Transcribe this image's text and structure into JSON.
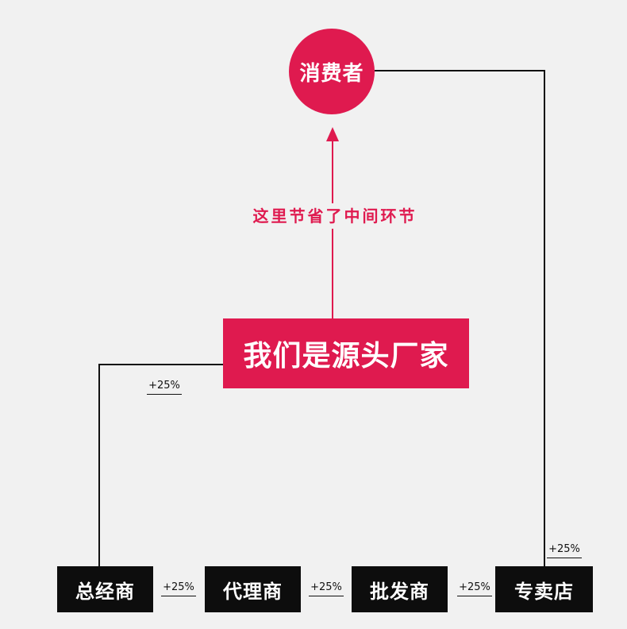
{
  "consumer": {
    "label": "消费者"
  },
  "saving_note": "这里节省了中间环节",
  "factory": {
    "label": "我们是源头厂家"
  },
  "chain": [
    {
      "label": "总经商"
    },
    {
      "label": "代理商"
    },
    {
      "label": "批发商"
    },
    {
      "label": "专卖店"
    }
  ],
  "markups": {
    "factory_to_distributor": "+25%",
    "distributor_to_agent": "+25%",
    "agent_to_wholesaler": "+25%",
    "wholesaler_to_store": "+25%",
    "store_to_consumer": "+25%"
  },
  "colors": {
    "accent": "#df1a4f",
    "node": "#0d0d0d",
    "background": "#f1f1f1"
  }
}
